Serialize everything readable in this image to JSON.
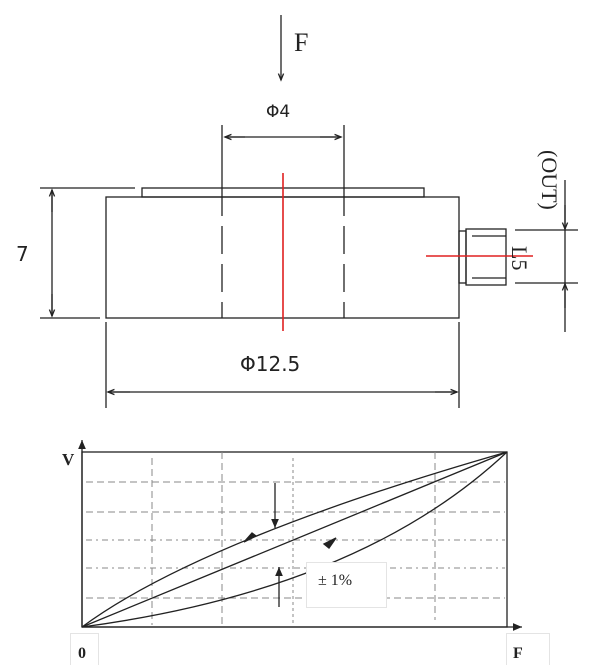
{
  "drawing": {
    "force_label": "F",
    "inner_diameter_label": "Φ4",
    "height_label": "7",
    "outer_diameter_label": "Φ12.5",
    "connector_length_label": "L5",
    "output_label": "(OUT)",
    "centerline_color": "#e02020",
    "line_color": "#222222"
  },
  "graph": {
    "y_axis_label": "V",
    "x_axis_label": "F",
    "origin_label": "0",
    "tolerance_label": "± 1%"
  }
}
